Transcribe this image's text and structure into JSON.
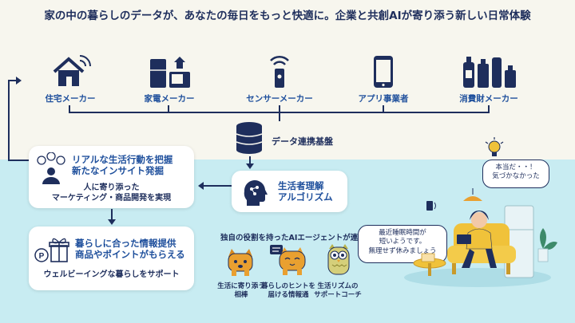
{
  "title": "家の中の暮らしのデータが、あなたの毎日をもっと快適に。企業と共創AIが寄り添う新しい日常体験",
  "industries": [
    {
      "label": "住宅メーカー",
      "icon": "house-wifi-icon"
    },
    {
      "label": "家電メーカー",
      "icon": "appliances-icon"
    },
    {
      "label": "センサーメーカー",
      "icon": "sensor-icon"
    },
    {
      "label": "アプリ事業者",
      "icon": "smartphone-icon"
    },
    {
      "label": "消費財メーカー",
      "icon": "consumer-goods-icon"
    }
  ],
  "platform": {
    "label": "データ連携基盤",
    "icon": "database-icon"
  },
  "algorithm": {
    "line1": "生活者理解",
    "line2": "アルゴリズム",
    "icon": "ai-head-icon"
  },
  "insight": {
    "line1": "リアルな生活行動を把握",
    "line2": "新たなインサイト発掘",
    "sub1": "人に寄り添った",
    "sub2": "マーケティング・商品開発を実現"
  },
  "benefit": {
    "line1": "暮らしに合った情報提供",
    "line2": "商品やポイントがもらえる",
    "sub": "ウェルビーイングな暮らしをサポート"
  },
  "agents": {
    "heading": "独自の役割を持ったAIエージェントが連携",
    "items": [
      {
        "line1": "生活に寄り添う",
        "line2": "相棒"
      },
      {
        "line1": "暮らしのヒントを",
        "line2": "届ける情報通"
      },
      {
        "line1": "生活リズムの",
        "line2": "サポートコーチ"
      }
    ]
  },
  "bubbles": {
    "person": {
      "line1": "本当だ・・！",
      "line2": "気づかなかった"
    },
    "agent": {
      "line1": "最近睡眠時間が",
      "line2": "短いようです。",
      "line3": "無理せず休みましょう"
    }
  },
  "colors": {
    "navy": "#1e2e5c",
    "blue": "#1e4f9c",
    "cream": "#f7f6ee",
    "lightblue": "#c8ecf2",
    "orange": "#e9a030",
    "yellow": "#f0c23a"
  }
}
